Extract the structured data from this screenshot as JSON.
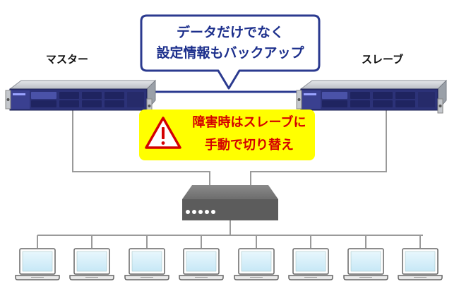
{
  "labels": {
    "master": "マスター",
    "slave": "スレーブ"
  },
  "callout": {
    "line1": "データだけでなく",
    "line2": "設定情報もバックアップ",
    "border_color": "#2b3a8f",
    "text_color": "#1c2f8c"
  },
  "warning": {
    "line1": "障害時はスレーブに",
    "line2": "手動で切り替え",
    "bg_color": "#ffff00",
    "text_color": "#d40000",
    "icon": "warning-triangle-icon"
  },
  "colors": {
    "line": "#9a9a9a",
    "server_panel": "#2c3278",
    "laptop_screen": "#d6f0fb"
  },
  "icons": {
    "server": "nas-server-icon",
    "switch": "network-switch-icon",
    "laptop": "laptop-icon"
  }
}
